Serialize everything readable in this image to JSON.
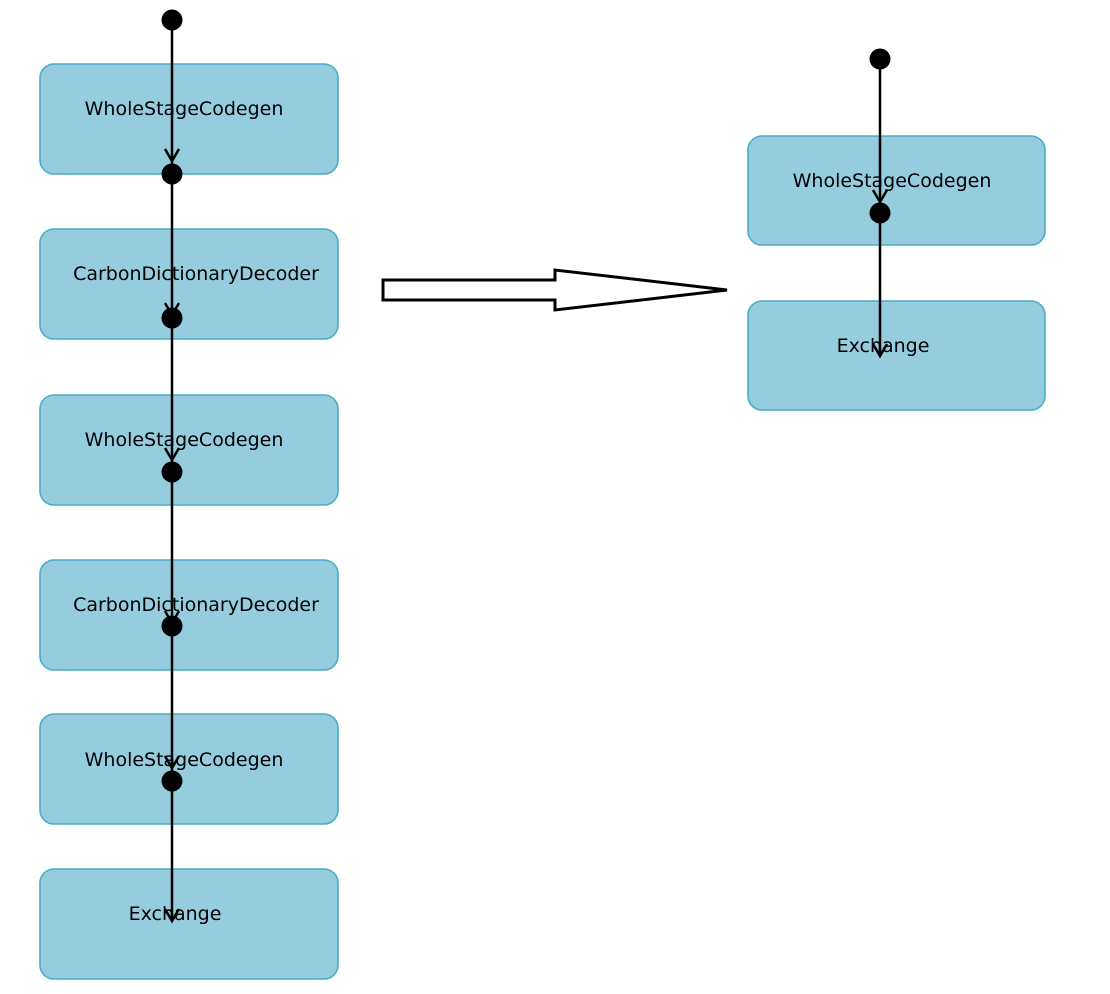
{
  "colors": {
    "node_fill": "#96CDDE",
    "node_stroke": "#4BACC6",
    "line": "#000000",
    "background": "#FFFFFF"
  },
  "before_plan": {
    "nodes": [
      {
        "label": "WholeStageCodegen"
      },
      {
        "label": "CarbonDictionaryDecoder"
      },
      {
        "label": "WholeStageCodegen"
      },
      {
        "label": "CarbonDictionaryDecoder"
      },
      {
        "label": "WholeStageCodegen"
      },
      {
        "label": "Exchange"
      }
    ]
  },
  "after_plan": {
    "nodes": [
      {
        "label": "WholeStageCodegen"
      },
      {
        "label": "Exchange"
      }
    ]
  },
  "transform_arrow": {
    "direction": "left-to-right",
    "style": "hollow-block-arrow"
  }
}
